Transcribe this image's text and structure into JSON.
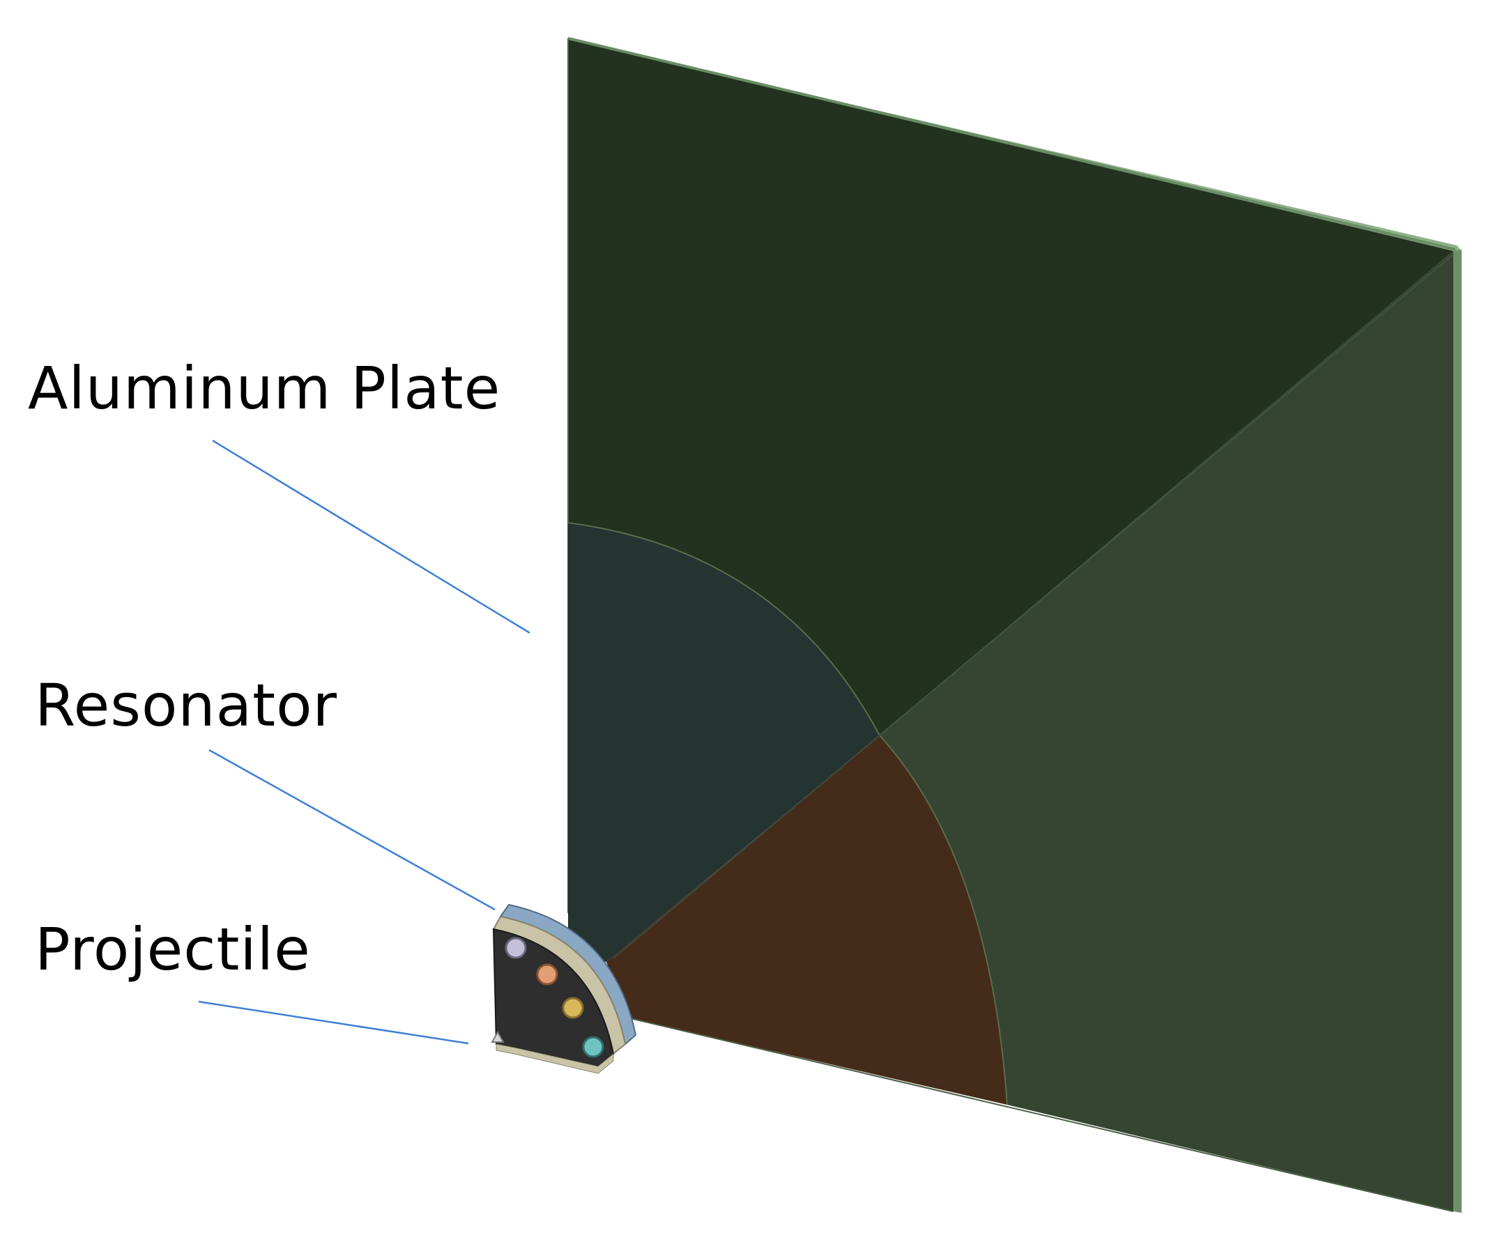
{
  "labels": {
    "aluminum_plate": "Aluminum Plate",
    "resonator": "Resonator",
    "projectile": "Projectile"
  },
  "colors": {
    "plate_top": "#22321f",
    "plate_right": "#354531",
    "plate_edge": "#7fa37a",
    "center_teal": "#253331",
    "center_brown": "#452b19",
    "resonator_body": "#2e2e2e",
    "resonator_rim_blue": "#8aa7c4",
    "resonator_rim_tan": "#c9c3a8",
    "leader_line": "#3d7fd6",
    "bolt_colors": [
      "#c4c0d8",
      "#e39e73",
      "#d8b85a",
      "#6fc3c0"
    ]
  },
  "components": [
    "aluminum-plate",
    "resonator",
    "projectile"
  ]
}
